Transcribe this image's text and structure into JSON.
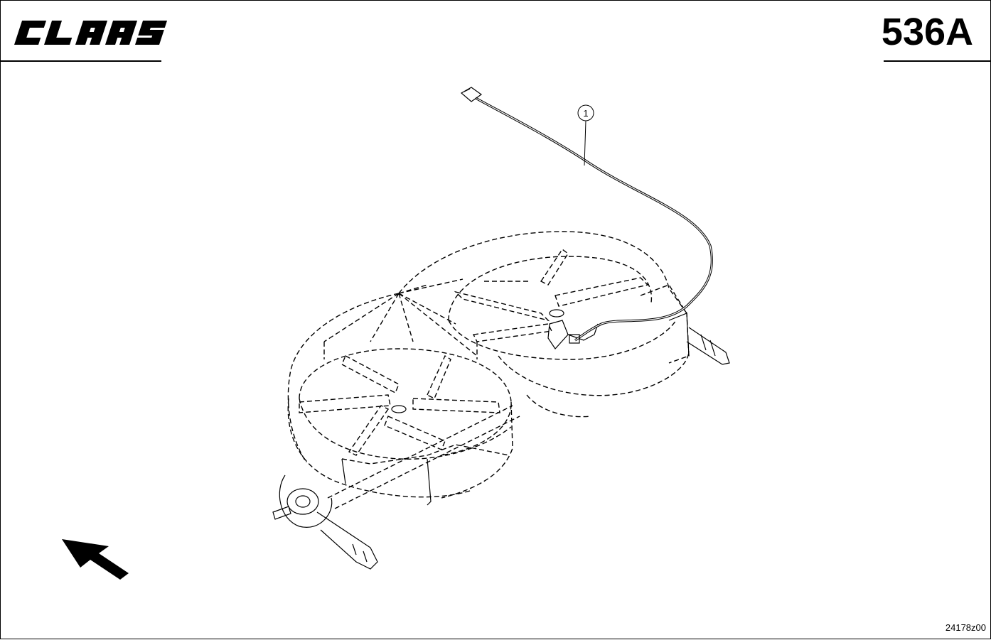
{
  "header": {
    "brand_logo": "CLAAS",
    "page_code": "536A"
  },
  "drawing": {
    "callouts": [
      {
        "label": "1"
      }
    ],
    "reference_number": "24178z00",
    "direction_arrow": "arrow-icon"
  },
  "colors": {
    "ink": "#000000",
    "paper": "#ffffff"
  }
}
